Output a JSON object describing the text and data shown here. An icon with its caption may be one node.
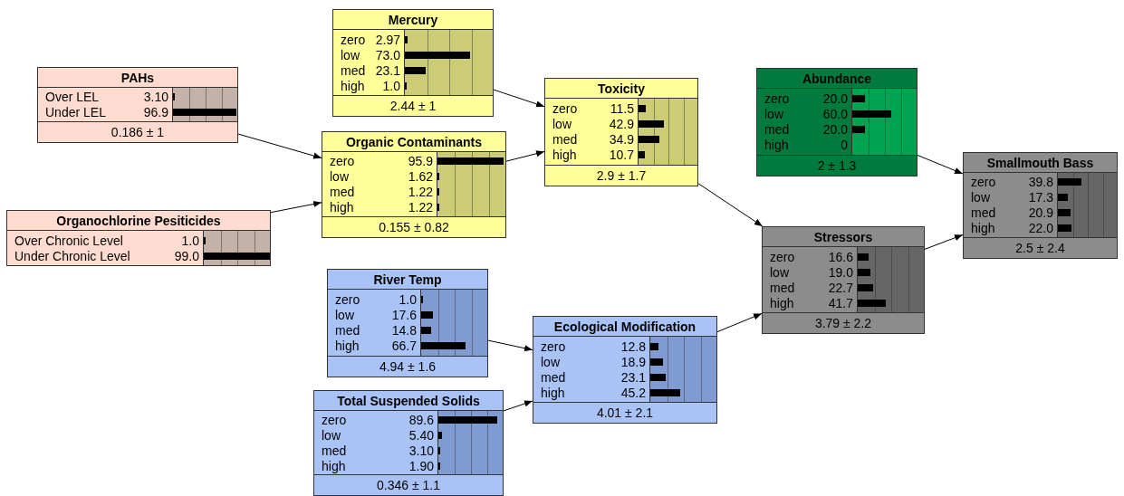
{
  "diagram": {
    "nodes": [
      {
        "text": [
          "Mercury",
          "zero",
          "2.97",
          "low",
          "73.0",
          "med",
          "23.1",
          "high",
          "1.0",
          "2.44 ± 1"
        ]
      },
      {
        "text": [
          "PAHs",
          "Over LEL",
          "3.10",
          "Under LEL",
          "96.9",
          "0.186 ± 1"
        ]
      },
      {
        "text": [
          "Toxicity",
          "zero",
          "11.5",
          "low",
          "42.9",
          "med",
          "34.9",
          "high",
          "10.7",
          "2.9 ± 1.7"
        ]
      },
      {
        "text": [
          "Abundance",
          "zero",
          "20.0",
          "low",
          "60.0",
          "med",
          "20.0",
          "high",
          "0",
          "2 ± 1.3"
        ]
      },
      {
        "text": [
          "Organic Contaminants",
          "zero",
          "95.9",
          "low",
          "1.62",
          "med",
          "1.22",
          "high",
          "1.22",
          "0.155 ± 0.82"
        ]
      },
      {
        "text": [
          "Organochlorine Pesiticides",
          "Over Chronic Level",
          "1.0",
          "Under Chronic Level",
          "99.0"
        ]
      },
      {
        "text": [
          "Smallmouth Bass",
          "zero",
          "39.8",
          "low",
          "17.3",
          "med",
          "20.9",
          "high",
          "22.0",
          "2.5 ± 2.4"
        ]
      },
      {
        "text": [
          "Stressors",
          "zero",
          "16.6",
          "low",
          "19.0",
          "med",
          "22.7",
          "high",
          "41.7",
          "3.79 ± 2.2"
        ]
      },
      {
        "text": [
          "River Temp",
          "zero",
          "1.0",
          "low",
          "17.6",
          "med",
          "14.8",
          "high",
          "66.7",
          "4.94 ± 1.6"
        ]
      },
      {
        "text": [
          "Ecological Modification",
          "zero",
          "12.8",
          "low",
          "18.9",
          "med",
          "23.1",
          "high",
          "45.2",
          "4.01 ± 2.1"
        ]
      },
      {
        "text": [
          "Total Suspended Solids",
          "zero",
          "89.6",
          "low",
          "5.40",
          "med",
          "3.10",
          "high",
          "1.90",
          "0.346 ± 1.1"
        ]
      }
    ],
    "edges": [
      {
        "from": 1,
        "to": 4,
        "arrow": "to"
      },
      {
        "from": 5,
        "to": 4,
        "arrow": "to"
      },
      {
        "from": 0,
        "to": 2,
        "arrow": "to"
      },
      {
        "from": 4,
        "to": 2,
        "arrow": "to"
      },
      {
        "from": 2,
        "to": 7,
        "arrow": "to"
      },
      {
        "from": 8,
        "to": 9,
        "arrow": "to"
      },
      {
        "from": 10,
        "to": 9,
        "arrow": "to"
      },
      {
        "from": 9,
        "to": 7,
        "arrow": "to"
      },
      {
        "from": 3,
        "to": 6,
        "arrow": "to"
      },
      {
        "from": 7,
        "to": 6,
        "arrow": "to"
      }
    ]
  }
}
